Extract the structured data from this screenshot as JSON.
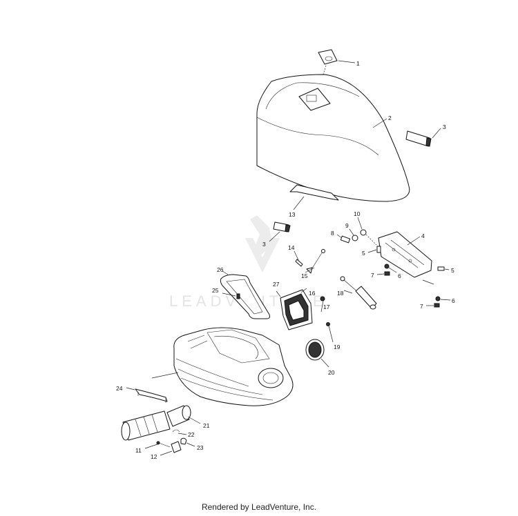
{
  "diagram": {
    "callouts": [
      "1",
      "2",
      "3",
      "3",
      "4",
      "5",
      "5",
      "6",
      "6",
      "7",
      "7",
      "8",
      "9",
      "10",
      "11",
      "12",
      "13",
      "14",
      "15",
      "16",
      "17",
      "18",
      "19",
      "20",
      "21",
      "22",
      "23",
      "24",
      "25",
      "26",
      "27"
    ],
    "watermark": "LEADVENTURE"
  },
  "footer": {
    "text": "Rendered by LeadVenture, Inc."
  }
}
